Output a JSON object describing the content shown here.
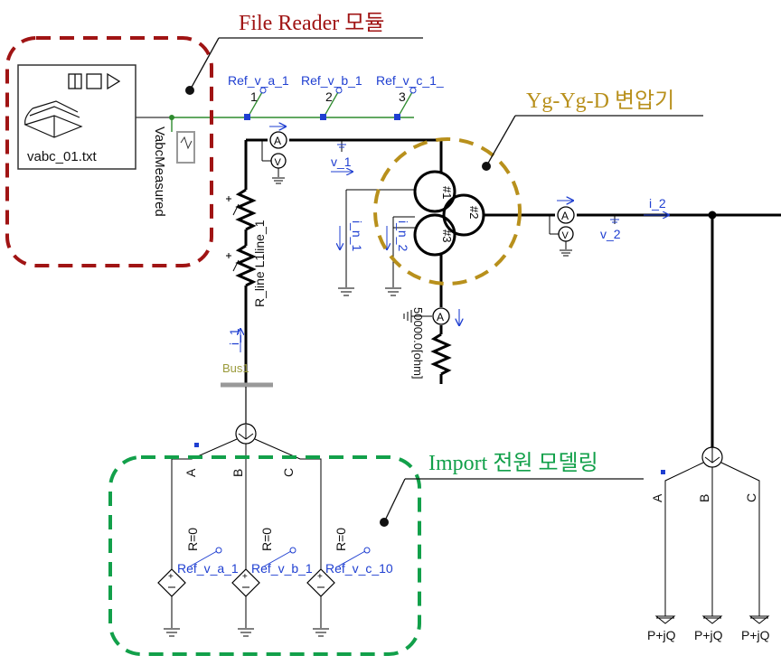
{
  "colors": {
    "red_callout": "#a01414",
    "gold_callout": "#b8901c",
    "green_callout": "#12a04a",
    "wire_green": "#2e8b2e",
    "label_blue": "#1f3fd1",
    "bus_olive": "#9a9a3a",
    "wire_black": "#000000"
  },
  "callouts": {
    "file_reader": "File Reader 모듈",
    "transformer": "Yg-Yg-D 변압기",
    "import_source": "Import 전원  모델링"
  },
  "file_reader": {
    "filename": "vabc_01.txt",
    "output_name": "VabcMeasured",
    "icon": "open-book-icon",
    "controls_icon": "play-controls-icon"
  },
  "ref_tags": {
    "a": "Ref_v_a_1",
    "b": "Ref_v_b_1",
    "c": "Ref_v_c_1_",
    "n1": "1",
    "n2": "2",
    "n3": "3"
  },
  "meters": {
    "ammeter": "A",
    "voltmeter": "V",
    "v1": "v_1",
    "v2": "v_2",
    "i2": "i_2",
    "i1": "i_1",
    "in1": "i_n_1",
    "in2": "i_n_2"
  },
  "line": {
    "name": "R_line L1line_1"
  },
  "transformer": {
    "w1": "#1",
    "w2": "#2",
    "w3": "#3"
  },
  "grounding_resistor": "50000.0[ohm]",
  "bus1": "Bus1",
  "phases": {
    "a": "A",
    "b": "B",
    "c": "C"
  },
  "sources": {
    "r_label": "R=0",
    "tags": [
      "Ref_v_a_1",
      "Ref_v_b_1",
      "Ref_v_c_10"
    ],
    "sign_plus": "+"
  },
  "loads": {
    "label": "P+jQ"
  }
}
